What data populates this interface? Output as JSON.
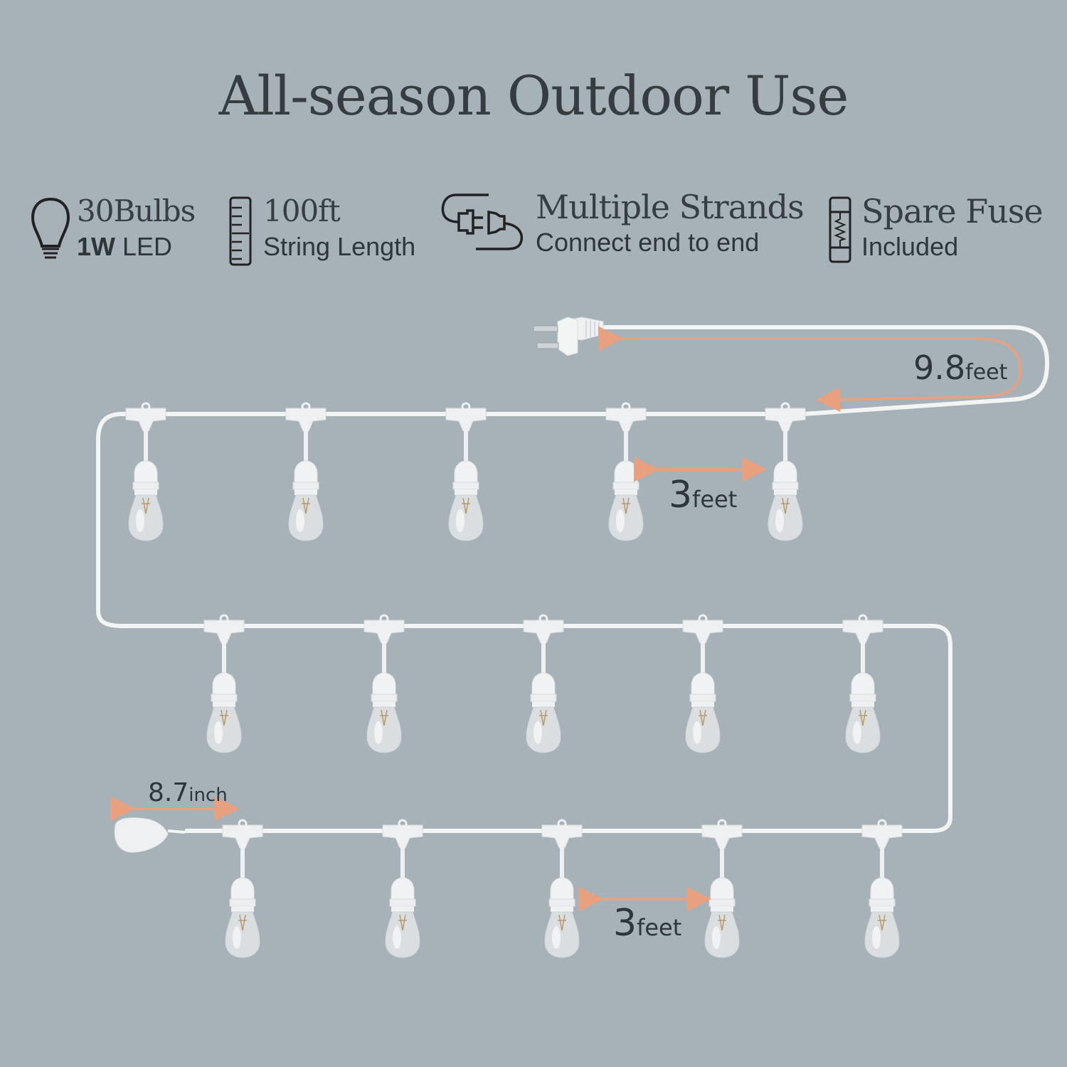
{
  "title": "All-season Outdoor Use",
  "features": [
    {
      "icon": "bulb-icon",
      "line1": "30Bulbs",
      "line2_bold": "1W",
      "line2": " LED"
    },
    {
      "icon": "ruler-icon",
      "line1": "100ft",
      "line2": "String Length"
    },
    {
      "icon": "plug-connect-icon",
      "line1": "Multiple Strands",
      "line2": "Connect end to end"
    },
    {
      "icon": "fuse-icon",
      "line1": "Spare Fuse",
      "line2": "Included"
    }
  ],
  "dimensions": {
    "lead_cord": {
      "value": "9.8",
      "unit": "feet"
    },
    "bulb_spacing_top": {
      "value": "3",
      "unit": "feet"
    },
    "bulb_spacing_bottom": {
      "value": "3",
      "unit": "feet"
    },
    "end_connector": {
      "value": "8.7",
      "unit": "inch"
    }
  },
  "colors": {
    "background": "#a6b1b8",
    "text": "#333b3f",
    "arrow": "#e8a07f",
    "cord": "#f3f4f4"
  }
}
